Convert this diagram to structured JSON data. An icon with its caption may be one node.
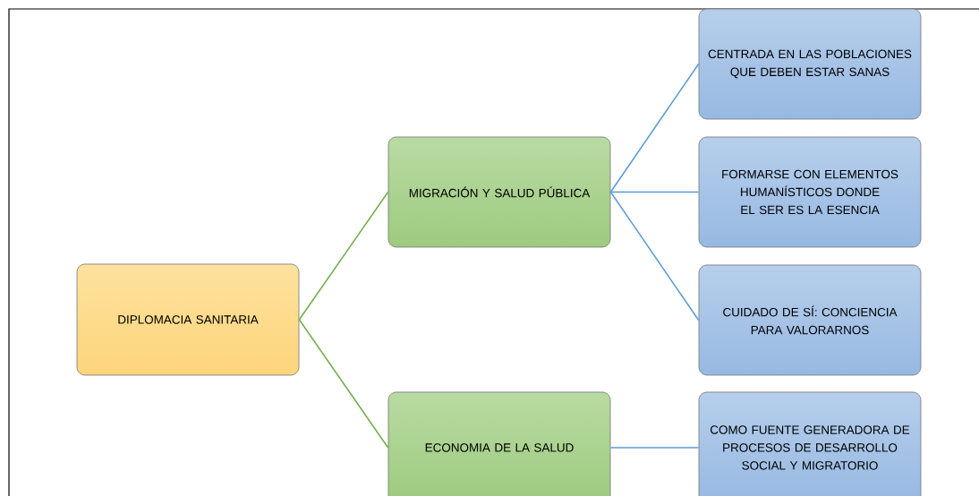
{
  "diagram": {
    "nodes": [
      {
        "text": [
          "DIPLOMACIA SANITARIA"
        ]
      },
      {
        "text": [
          "MIGRACIÓN Y SALUD PÚBLICA"
        ]
      },
      {
        "text": [
          "ECONOMIA DE LA SALUD"
        ]
      },
      {
        "text": [
          "CENTRADA EN LAS POBLACIONES QUE DEBEN ESTAR SANAS"
        ]
      },
      {
        "text": [
          "FORMARSE CON ELEMENTOS HUMANÍSTICOS DONDE EL SER ES LA ESENCIA"
        ]
      },
      {
        "text": [
          "CUIDADO DE SÍ: CONCIENCIA PARA VALORARNOS"
        ]
      },
      {
        "text": [
          "COMO FUENTE GENERADORA DE PROCESOS DE DESARROLLO SOCIAL Y MIGRATORIO"
        ]
      }
    ],
    "edges": [
      {
        "from": 0,
        "to": 1,
        "arrow": "none",
        "color": "#70ad47"
      },
      {
        "from": 0,
        "to": 2,
        "arrow": "none",
        "color": "#70ad47"
      },
      {
        "from": 1,
        "to": 3,
        "arrow": "none"
      },
      {
        "from": 1,
        "to": 4,
        "arrow": "none"
      },
      {
        "from": 1,
        "to": 5,
        "arrow": "none"
      },
      {
        "from": 2,
        "to": 6,
        "arrow": "none"
      }
    ]
  }
}
